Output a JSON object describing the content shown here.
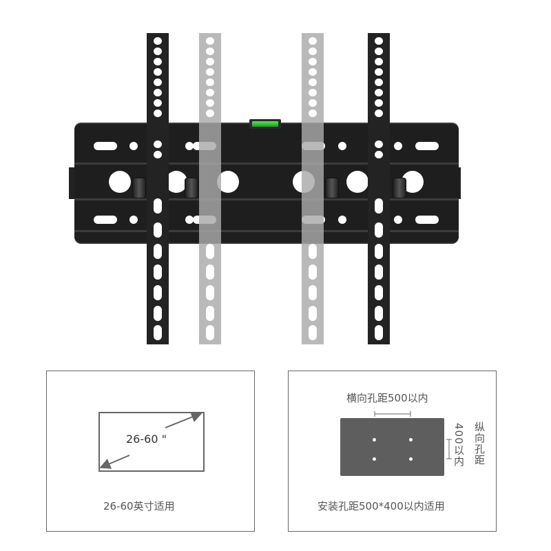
{
  "product": {
    "name": "TV wall mount bracket (tilt)",
    "level_indicator_color": "#2db52d",
    "bracket_color": "#1e1e1e",
    "ghost_arm_color": "#aaaaaa"
  },
  "panels": {
    "size": {
      "diagonal_label": "26-60 \"",
      "caption": "26-60英寸适用"
    },
    "vesa": {
      "horizontal_label": "横向孔距500以内",
      "vertical_value_label": "400以内",
      "vertical_title_label": "纵向孔距",
      "caption": "安装孔距500*400以内适用",
      "plate_color": "#5e5e5e"
    }
  }
}
